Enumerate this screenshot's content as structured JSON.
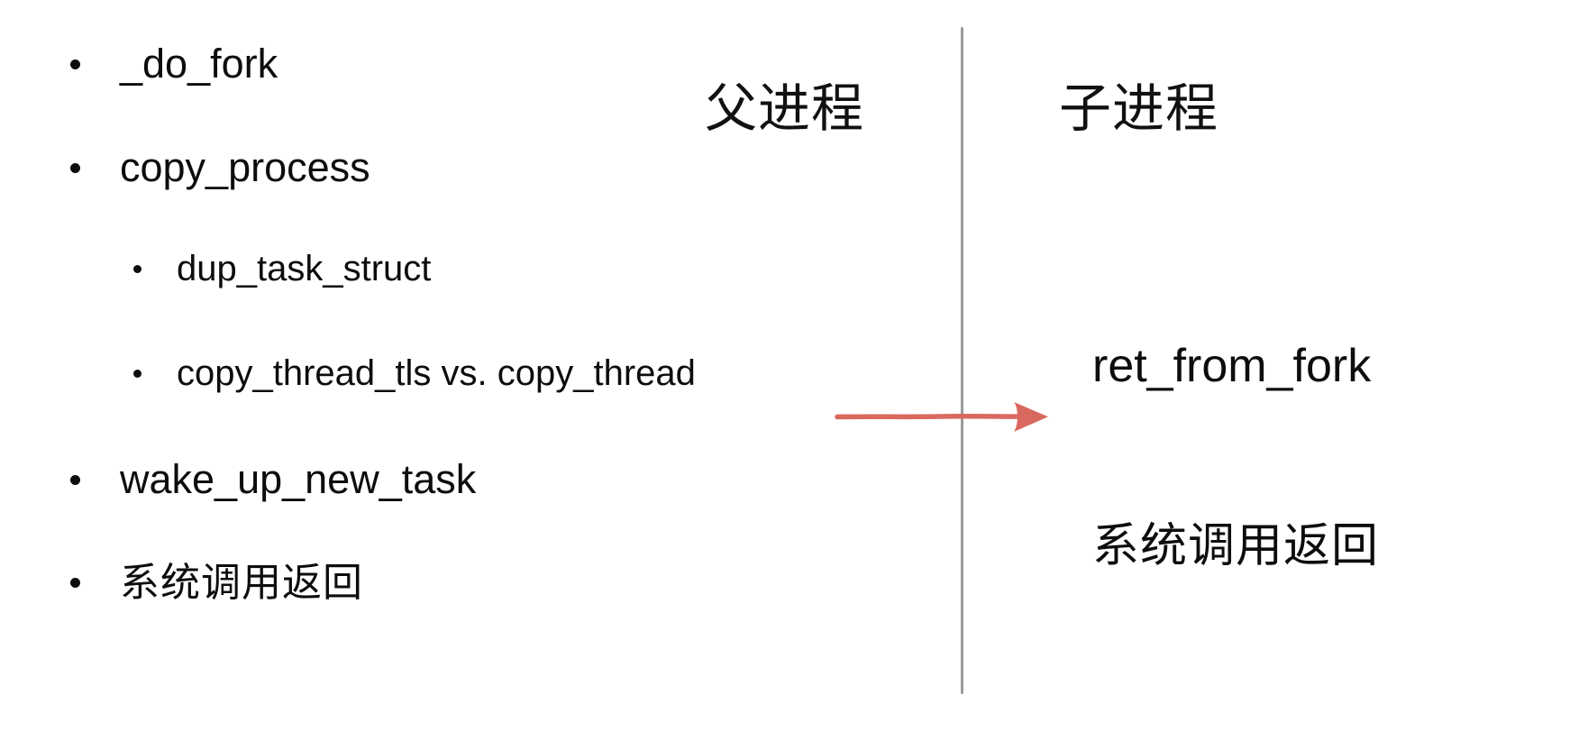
{
  "slide": {
    "background_color": "#ffffff",
    "text_color": "#0d0d0d",
    "accent_color": "#d9695f",
    "divider_color": "#9a9a9e"
  },
  "columns": {
    "parent_heading": "父进程",
    "child_heading": "子进程"
  },
  "outline": [
    {
      "level": 1,
      "text": "_do_fork",
      "cjk": false
    },
    {
      "level": 1,
      "text": "copy_process",
      "cjk": false
    },
    {
      "level": 2,
      "text": "dup_task_struct",
      "cjk": false
    },
    {
      "level": 2,
      "text": "copy_thread_tls vs. copy_thread",
      "cjk": false
    },
    {
      "level": 1,
      "text": "wake_up_new_task",
      "cjk": false
    },
    {
      "level": 1,
      "text": "系统调用返回",
      "cjk": true
    }
  ],
  "child_items": [
    {
      "text": "ret_from_fork"
    },
    {
      "text": "系统调用返回"
    }
  ],
  "arrow": {
    "name": "flow-arrow",
    "color": "#d9695f",
    "direction": "right",
    "from_label": "copy_thread_tls vs. copy_thread",
    "to_label": "ret_from_fork"
  }
}
